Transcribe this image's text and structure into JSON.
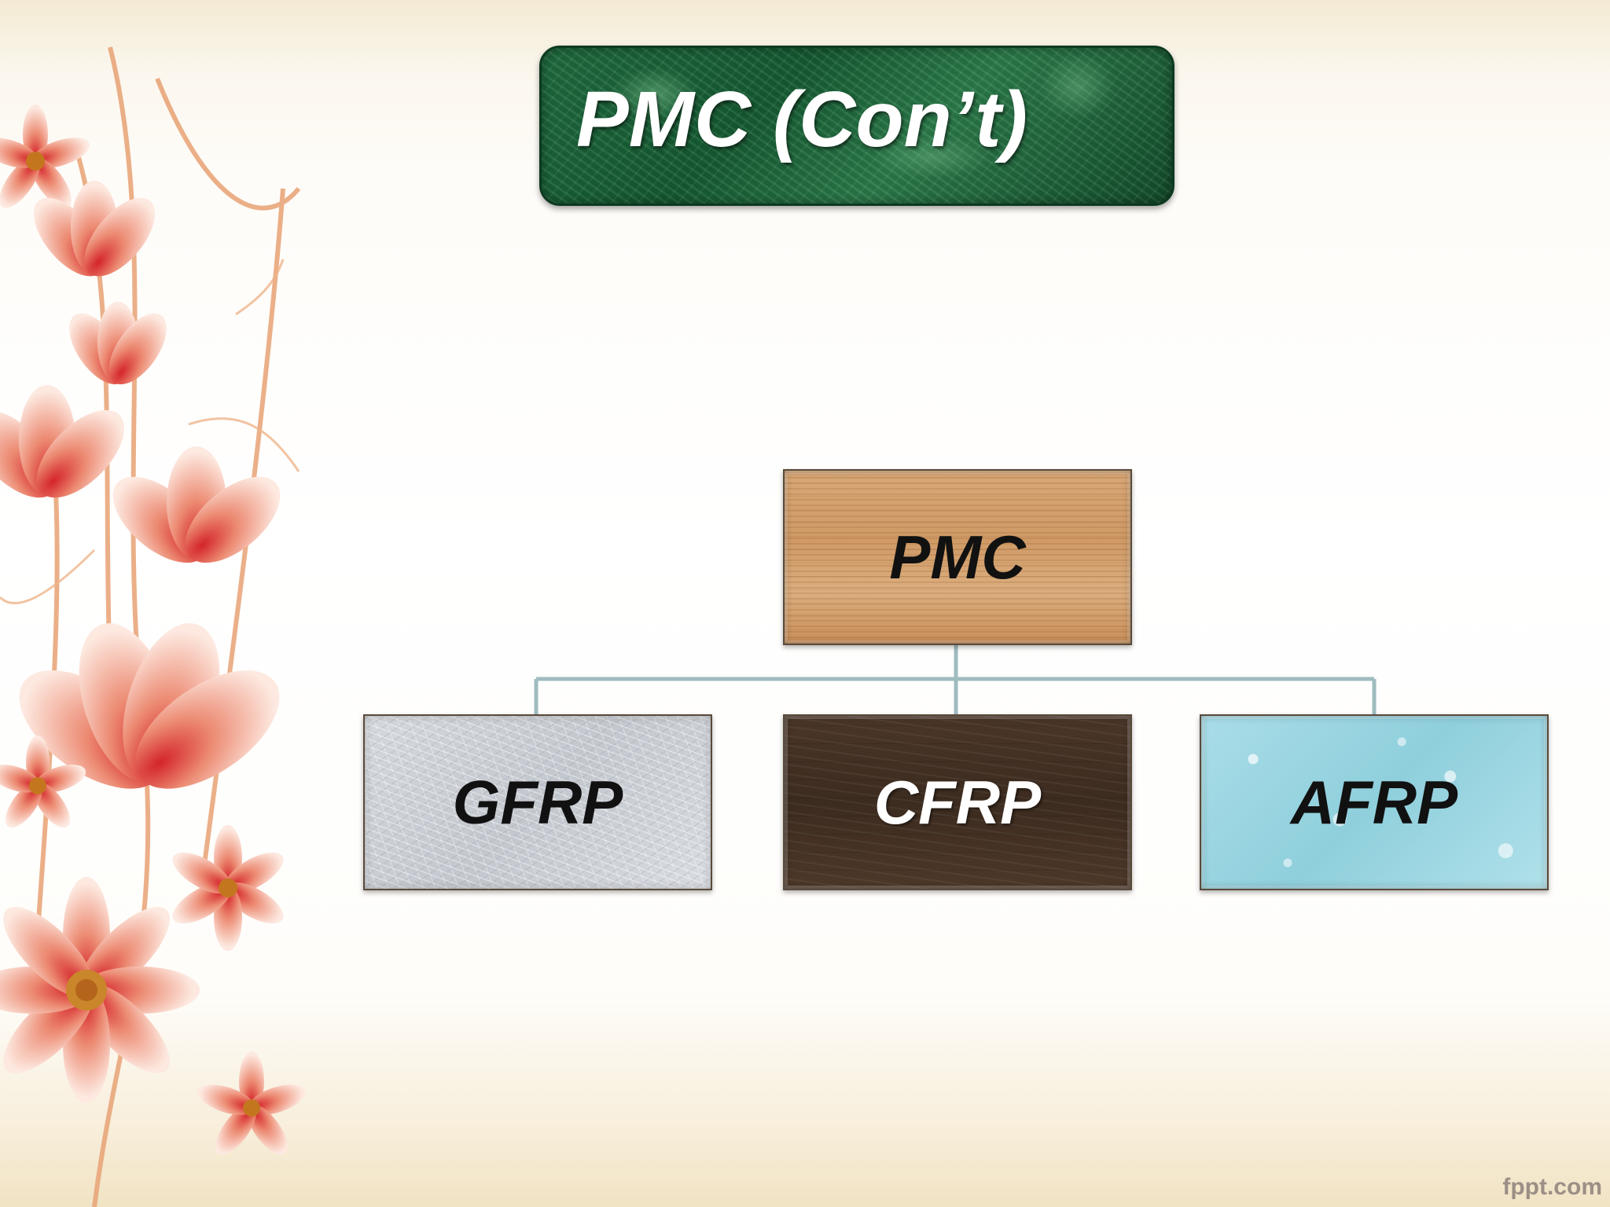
{
  "slide": {
    "title": "PMC (Con’t)",
    "footer_brand": "fppt.com"
  },
  "diagram": {
    "root": {
      "label": "PMC"
    },
    "children": [
      {
        "label": "GFRP"
      },
      {
        "label": "CFRP"
      },
      {
        "label": "AFRP"
      }
    ]
  },
  "colors": {
    "title_bg": "#1f6b3f",
    "connector": "#9fbcc0",
    "pmc_fill": "#d4a170",
    "gfrp_fill": "#cdd0d6",
    "cfrp_fill": "#3f2e22",
    "afrp_fill": "#9fd6e2"
  }
}
